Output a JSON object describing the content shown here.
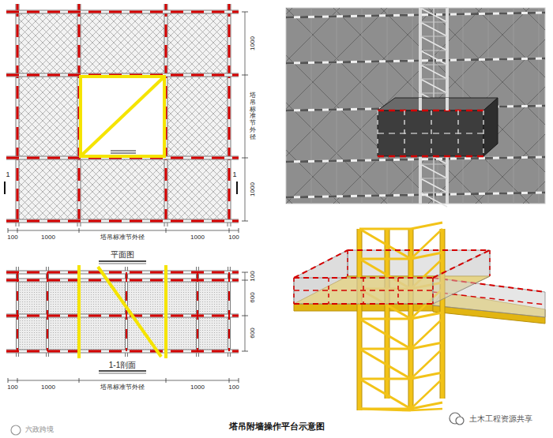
{
  "diagram": {
    "caption": "塔吊附墙操作平台示意图",
    "labels": [
      "1000",
      "塔吊标准节外径",
      "1000",
      "1",
      "1",
      "100",
      "1000",
      "塔吊标准节外径",
      "1000",
      "100",
      "平面图",
      "100",
      "600",
      "600",
      "1-1剖面",
      "100",
      "1000",
      "塔吊标准节外径",
      "1000",
      "100",
      "六政跨境",
      "土木工程资源共享"
    ]
  }
}
